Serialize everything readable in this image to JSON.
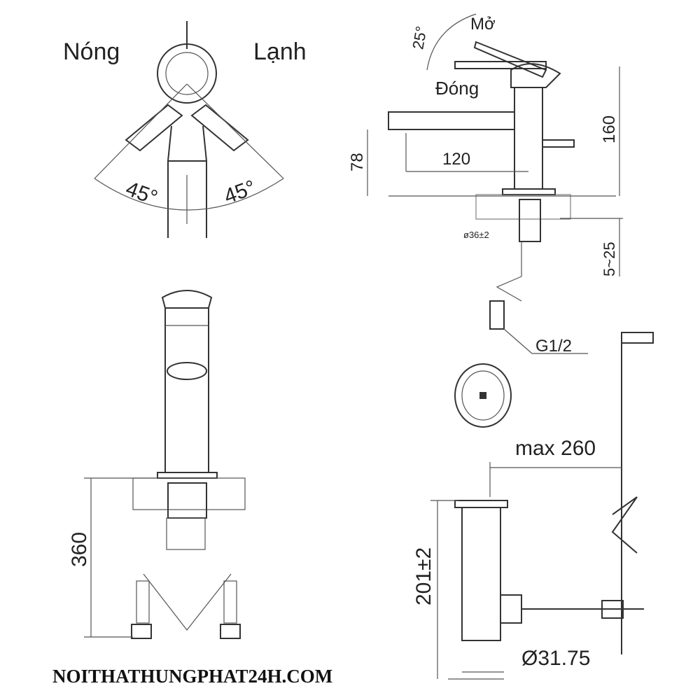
{
  "top_view": {
    "hot_label": "Nóng",
    "cold_label": "Lạnh",
    "angle_left": "45°",
    "angle_right": "45°"
  },
  "side_view": {
    "open_label": "Mở",
    "open_angle": "25°",
    "closed_label": "Đóng",
    "height": "160",
    "spout_height": "78",
    "spout_reach": "120",
    "hole_diameter": "ø36±2",
    "deck_thickness": "5~25",
    "thread": "G1/2"
  },
  "front_view": {
    "hose_length": "360"
  },
  "drain": {
    "rod_reach": "max 260",
    "height": "201±2",
    "diameter": "Ø31.75"
  },
  "watermark": "NOITHATHUNGPHAT24H.COM"
}
